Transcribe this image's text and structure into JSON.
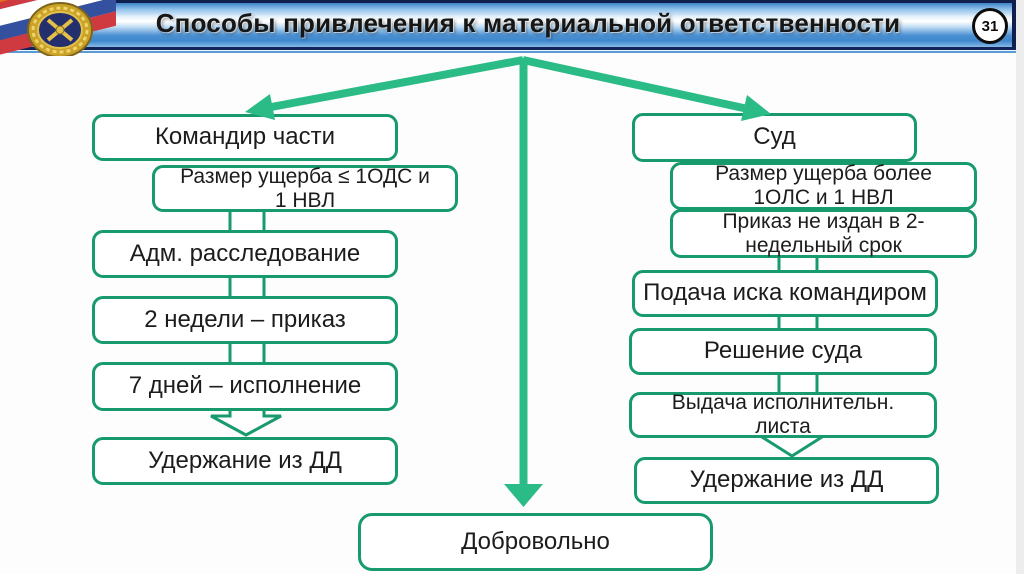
{
  "header": {
    "title": "Способы привлечения к материальной ответственности",
    "page_number": "31",
    "emblem": "flag-ribbon-military-emblem"
  },
  "diagram": {
    "left_branch": {
      "head": "Командир части",
      "condition": {
        "line1": "Размер ущерба ≤ 1ОДС и",
        "line2": "1 НВЛ"
      },
      "steps": [
        "Адм. расследование",
        "2 недели – приказ",
        "7 дней – исполнение"
      ],
      "result": "Удержание из ДД"
    },
    "right_branch": {
      "head": "Суд",
      "condition1": {
        "line1": "Размер ущерба более",
        "line2": "1ОЛС и 1 НВЛ"
      },
      "condition2": {
        "line1": "Приказ не издан в 2-",
        "line2": "недельный срок"
      },
      "steps": [
        "Подача иска командиром",
        "Решение суда"
      ],
      "writ": {
        "line1": "Выдача исполнительн.",
        "line2": "листа"
      },
      "result": "Удержание из ДД"
    },
    "center_branch": {
      "result": "Добровольно"
    }
  },
  "colors": {
    "arrow_green": "#2abb87",
    "box_border_green": "#179a6c",
    "header_navy": "#10235a",
    "header_blue": "#3f88cd",
    "text": "#1c1c1c"
  }
}
